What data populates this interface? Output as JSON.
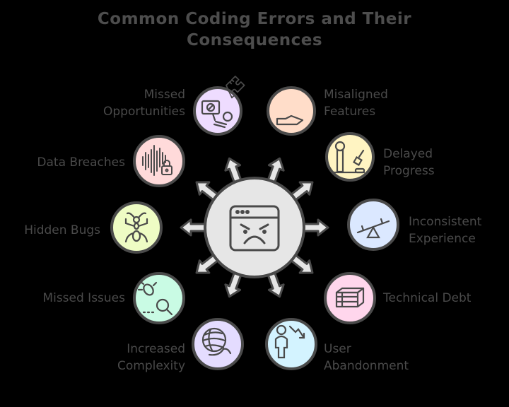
{
  "title": {
    "line1": "Common Coding Errors and Their",
    "line2": "Consequences"
  },
  "hub": {
    "label": "coding-error",
    "icon": "angry-browser-window-icon",
    "fill": "#e6e6e6"
  },
  "nodes": [
    {
      "id": "missed-opportunities",
      "label_line1": "Missed",
      "label_line2": "Opportunities",
      "icon": "blocked-sign-person-icon",
      "fill": "#eedcff"
    },
    {
      "id": "misaligned-features",
      "label_line1": "Misaligned",
      "label_line2": "Features",
      "icon": "puzzle-hand-icon",
      "fill": "#ffddc9"
    },
    {
      "id": "delayed-progress",
      "label_line1": "Delayed",
      "label_line2": "Progress",
      "icon": "high-striker-icon",
      "fill": "#fff4c2"
    },
    {
      "id": "inconsistent-experience",
      "label_line1": "Inconsistent",
      "label_line2": "Experience",
      "icon": "seesaw-icon",
      "fill": "#dbe8ff"
    },
    {
      "id": "technical-debt",
      "label_line1": "Technical Debt",
      "label_line2": "",
      "icon": "money-stack-icon",
      "fill": "#ffd6ec"
    },
    {
      "id": "user-abandonment",
      "label_line1": "User",
      "label_line2": "Abandonment",
      "icon": "user-decline-icon",
      "fill": "#d3f3ff"
    },
    {
      "id": "increased-complexity",
      "label_line1": "Increased",
      "label_line2": "Complexity",
      "icon": "yarn-ball-icon",
      "fill": "#e4dcff"
    },
    {
      "id": "missed-issues",
      "label_line1": "Missed Issues",
      "label_line2": "",
      "icon": "bug-magnifier-icon",
      "fill": "#c9fbe4"
    },
    {
      "id": "hidden-bugs",
      "label_line1": "Hidden Bugs",
      "label_line2": "",
      "icon": "ant-icon",
      "fill": "#eefcc4"
    },
    {
      "id": "data-breaches",
      "label_line1": "Data Breaches",
      "label_line2": "",
      "icon": "soundwave-lock-icon",
      "fill": "#ffdada"
    }
  ],
  "colors": {
    "stroke": "#4a4a4a",
    "background": "#000000",
    "text": "#4a4a4a"
  }
}
